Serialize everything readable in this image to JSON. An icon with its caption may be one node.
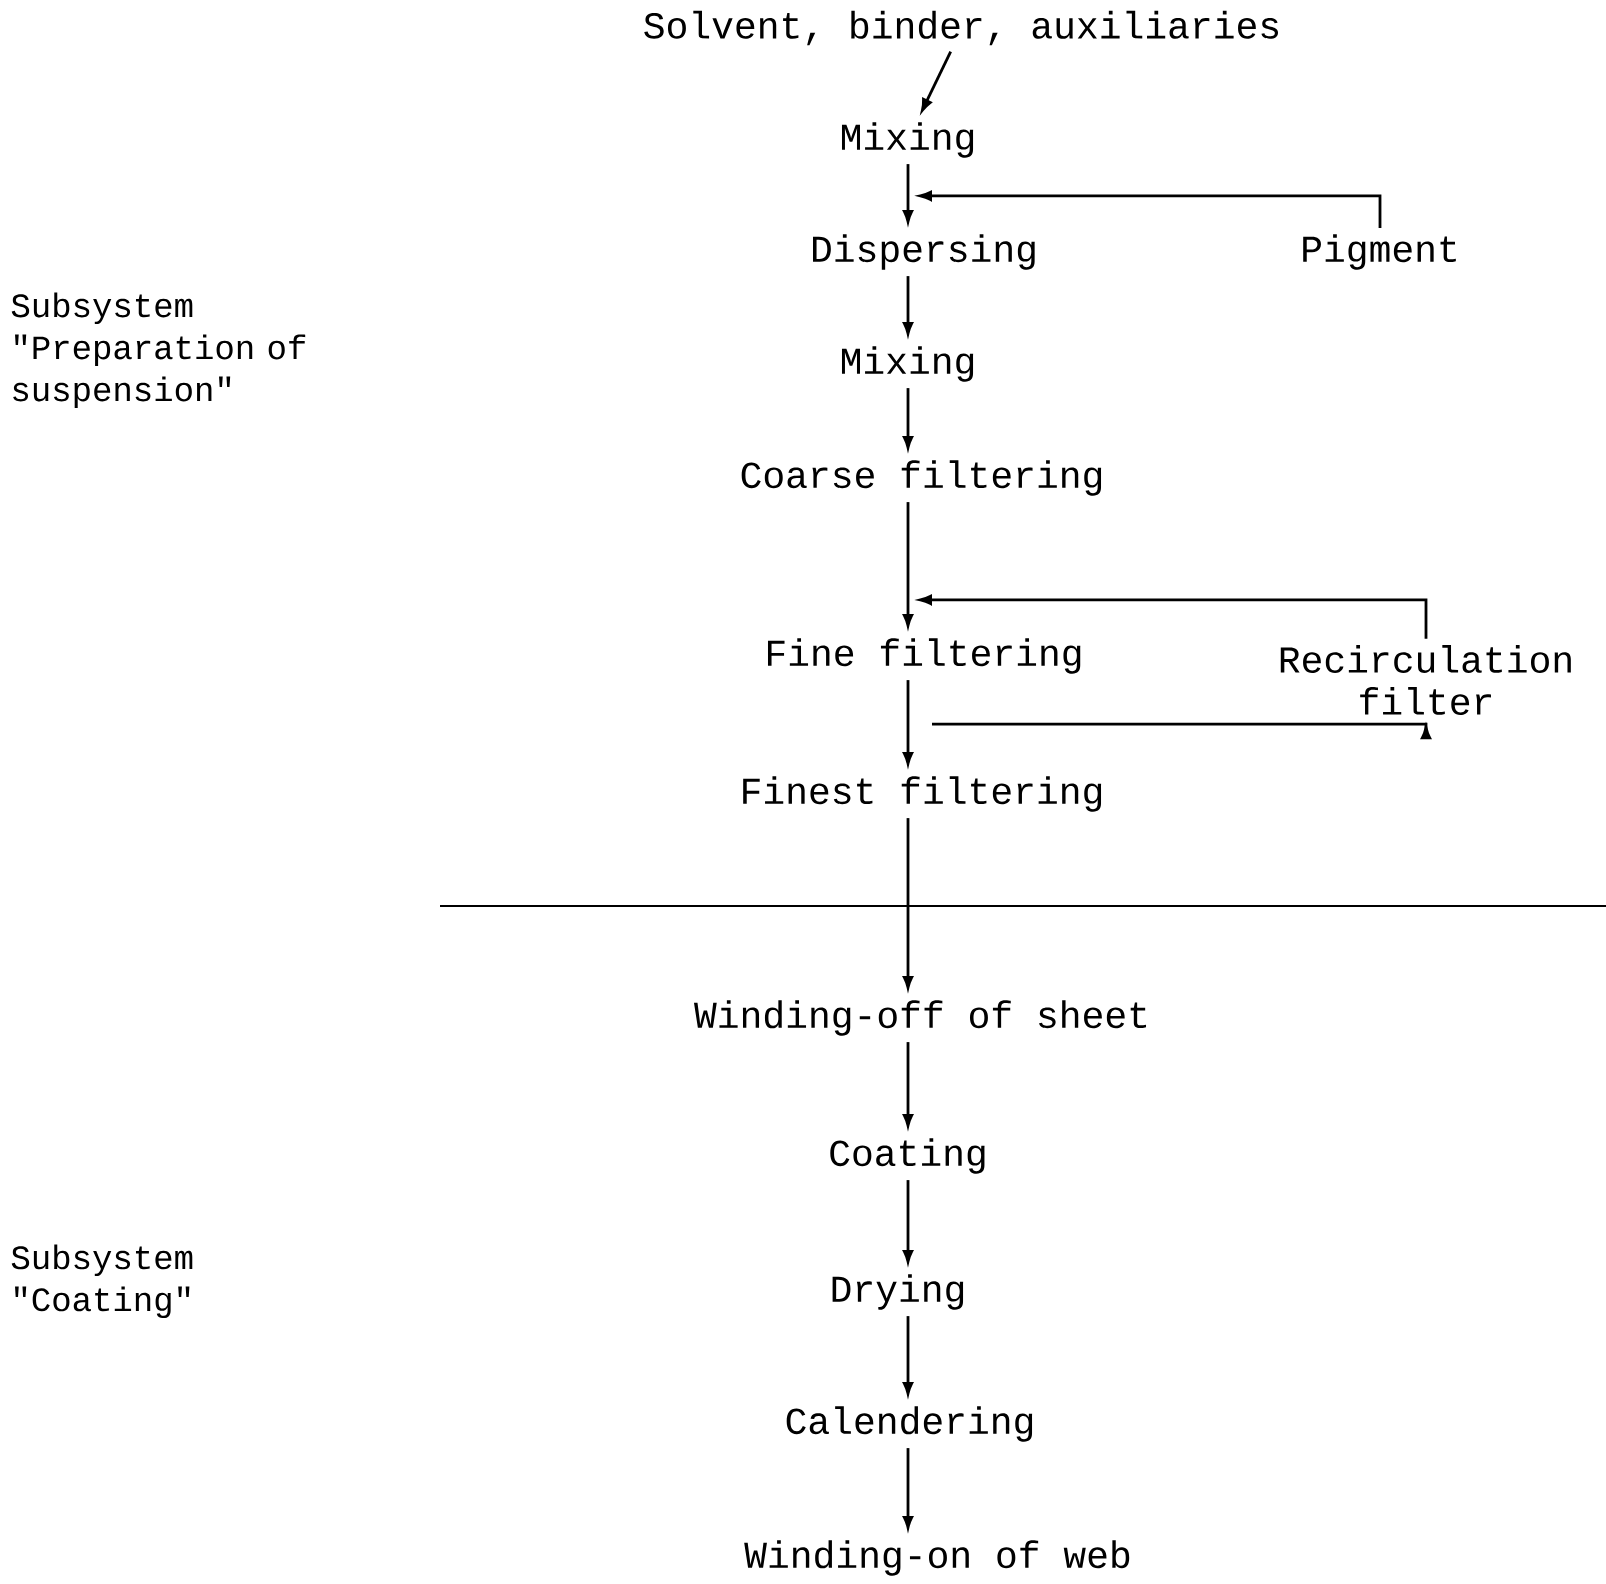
{
  "diagram": {
    "nodes": [
      {
        "text": [
          "Solvent, binder, auxiliaries"
        ]
      },
      {
        "text": [
          "Mixing"
        ]
      },
      {
        "text": [
          "Dispersing"
        ]
      },
      {
        "text": [
          "Pigment"
        ]
      },
      {
        "text": [
          "Mixing"
        ]
      },
      {
        "text": [
          "Coarse filtering"
        ]
      },
      {
        "text": [
          "Fine filtering"
        ]
      },
      {
        "text": [
          "Recirculation filter"
        ]
      },
      {
        "text": [
          "Finest filtering"
        ]
      },
      {
        "text": [
          "Winding-off of sheet"
        ]
      },
      {
        "text": [
          "Coating"
        ]
      },
      {
        "text": [
          "Drying"
        ]
      },
      {
        "text": [
          "Calendering"
        ]
      },
      {
        "text": [
          "Winding-on of web"
        ]
      }
    ],
    "edges": [
      {
        "from": 0,
        "to": 1,
        "arrow": "to"
      },
      {
        "from": 1,
        "to": 2,
        "arrow": "to"
      },
      {
        "from": 3,
        "to": 2,
        "arrow": "to"
      },
      {
        "from": 2,
        "to": 4,
        "arrow": "to"
      },
      {
        "from": 4,
        "to": 5,
        "arrow": "to"
      },
      {
        "from": 5,
        "to": 6,
        "arrow": "to"
      },
      {
        "from": 7,
        "to": 6,
        "arrow": "to"
      },
      {
        "from": 6,
        "to": 7,
        "arrow": "to"
      },
      {
        "from": 6,
        "to": 8,
        "arrow": "to"
      },
      {
        "from": 8,
        "to": 9,
        "arrow": "to"
      },
      {
        "from": 9,
        "to": 10,
        "arrow": "to"
      },
      {
        "from": 10,
        "to": 11,
        "arrow": "to"
      },
      {
        "from": 11,
        "to": 12,
        "arrow": "to"
      },
      {
        "from": 12,
        "to": 13,
        "arrow": "to"
      }
    ],
    "labels": [
      "Subsystem \"Preparation of suspension\"",
      "Subsystem \"Coating\""
    ]
  }
}
